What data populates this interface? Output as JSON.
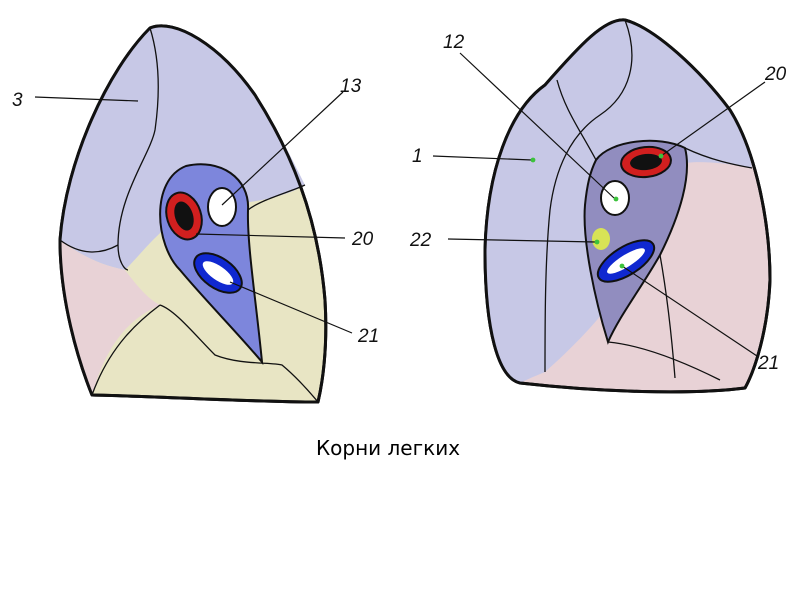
{
  "caption": "Корни легких",
  "labels": {
    "left_3": "3",
    "left_13": "13",
    "left_20": "20",
    "left_21": "21",
    "right_12": "12",
    "right_20": "20",
    "right_1": "1",
    "right_22": "22",
    "right_21": "21"
  },
  "colors": {
    "upper_lobe": "#c7c8e6",
    "middle_lobe": "#e8d2d6",
    "lower_lobe": "#e8e5c4",
    "left_hilum": "#7d86dc",
    "right_hilum": "#918dbf",
    "artery_wall": "#d11f1f",
    "vein_wall": "#1028d0",
    "bronchus": "#ffffff",
    "lymph_node": "#d8e356",
    "pointer_dot": "#3cc23c"
  }
}
